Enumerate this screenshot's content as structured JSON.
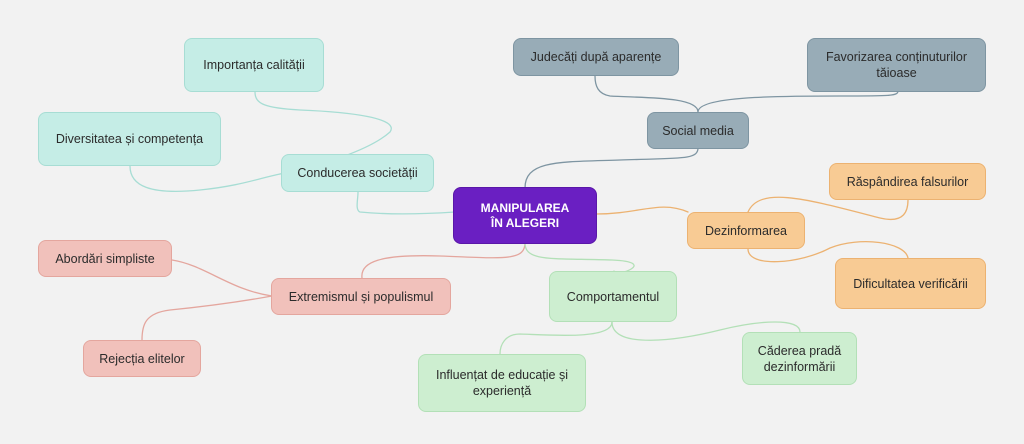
{
  "root": {
    "label": "MANIPULAREA\nÎN ALEGERI",
    "color": "#6a1fc2"
  },
  "branches": {
    "conducerea": {
      "label": "Conducerea societății",
      "color": "#a7ddd4",
      "children": [
        "Importanța calității",
        "Diversitatea și competența"
      ]
    },
    "social_media": {
      "label": "Social media",
      "color": "#7e95a2",
      "children": [
        "Judecăți după aparențe",
        "Favorizarea conținuturilor tăioase"
      ]
    },
    "dezinformarea": {
      "label": "Dezinformarea",
      "color": "#ecb271",
      "children": [
        "Răspândirea falsurilor",
        "Dificultatea verificării"
      ]
    },
    "extremismul": {
      "label": "Extremismul și populismul",
      "color": "#e4a69e",
      "children": [
        "Abordări simpliste",
        "Rejecția elitelor"
      ]
    },
    "comportamentul": {
      "label": "Comportamentul",
      "color": "#b3e0b7",
      "children": [
        "Influențat de educație și experiență",
        "Căderea pradă dezinformării"
      ]
    }
  }
}
